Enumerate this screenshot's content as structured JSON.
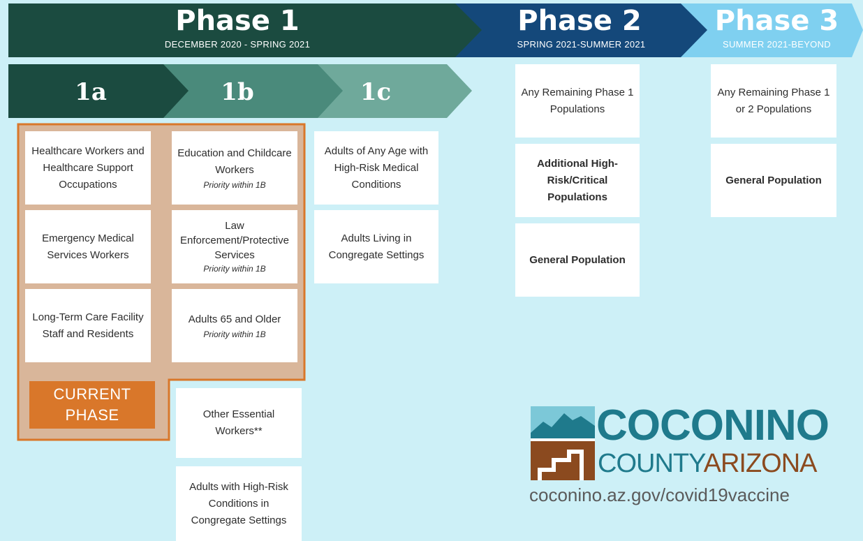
{
  "phases": [
    {
      "title": "Phase 1",
      "dates": "DECEMBER 2020 - SPRING 2021"
    },
    {
      "title": "Phase 2",
      "dates": "SPRING 2021-SUMMER 2021"
    },
    {
      "title": "Phase 3",
      "dates": "SUMMER 2021-BEYOND"
    }
  ],
  "subphases": [
    "1a",
    "1b",
    "1c"
  ],
  "col_1a": [
    "Healthcare Workers and Healthcare Support Occupations",
    "Emergency Medical Services Workers",
    "Long-Term Care Facility Staff and Residents"
  ],
  "col_1b": [
    {
      "text": "Education and Childcare Workers",
      "note": "Priority within 1B"
    },
    {
      "text": "Law Enforcement/Protective Services",
      "note": "Priority within 1B"
    },
    {
      "text": "Adults 65 and Older",
      "note": "Priority within 1B"
    },
    {
      "text": "Other Essential Workers**",
      "note": ""
    },
    {
      "text": "Adults with High-Risk Conditions in Congregate Settings",
      "note": ""
    }
  ],
  "col_1c": [
    "Adults of Any Age with High-Risk Medical Conditions",
    "Adults Living in Congregate Settings"
  ],
  "col_phase2": [
    "Any Remaining Phase 1 Populations",
    "Additional High-Risk/Critical Populations",
    "General Population"
  ],
  "col_phase3": [
    "Any Remaining Phase 1 or 2 Populations",
    "General Population"
  ],
  "current_phase": {
    "line1": "CURRENT",
    "line2": "PHASE"
  },
  "logo": {
    "word1": "COCONINO",
    "word2a": "COUNTY",
    "word2b": "ARIZONA",
    "url": "coconino.az.gov/covid19vaccine"
  },
  "colors": {
    "phase1": "#1b4b40",
    "phase2": "#14487a",
    "phase3": "#7fd0f0",
    "sub1a": "#1b4b40",
    "sub1b": "#4a8a7b",
    "sub1c": "#6fa99b",
    "current": "#d9772a",
    "background": "#cdf0f7"
  }
}
